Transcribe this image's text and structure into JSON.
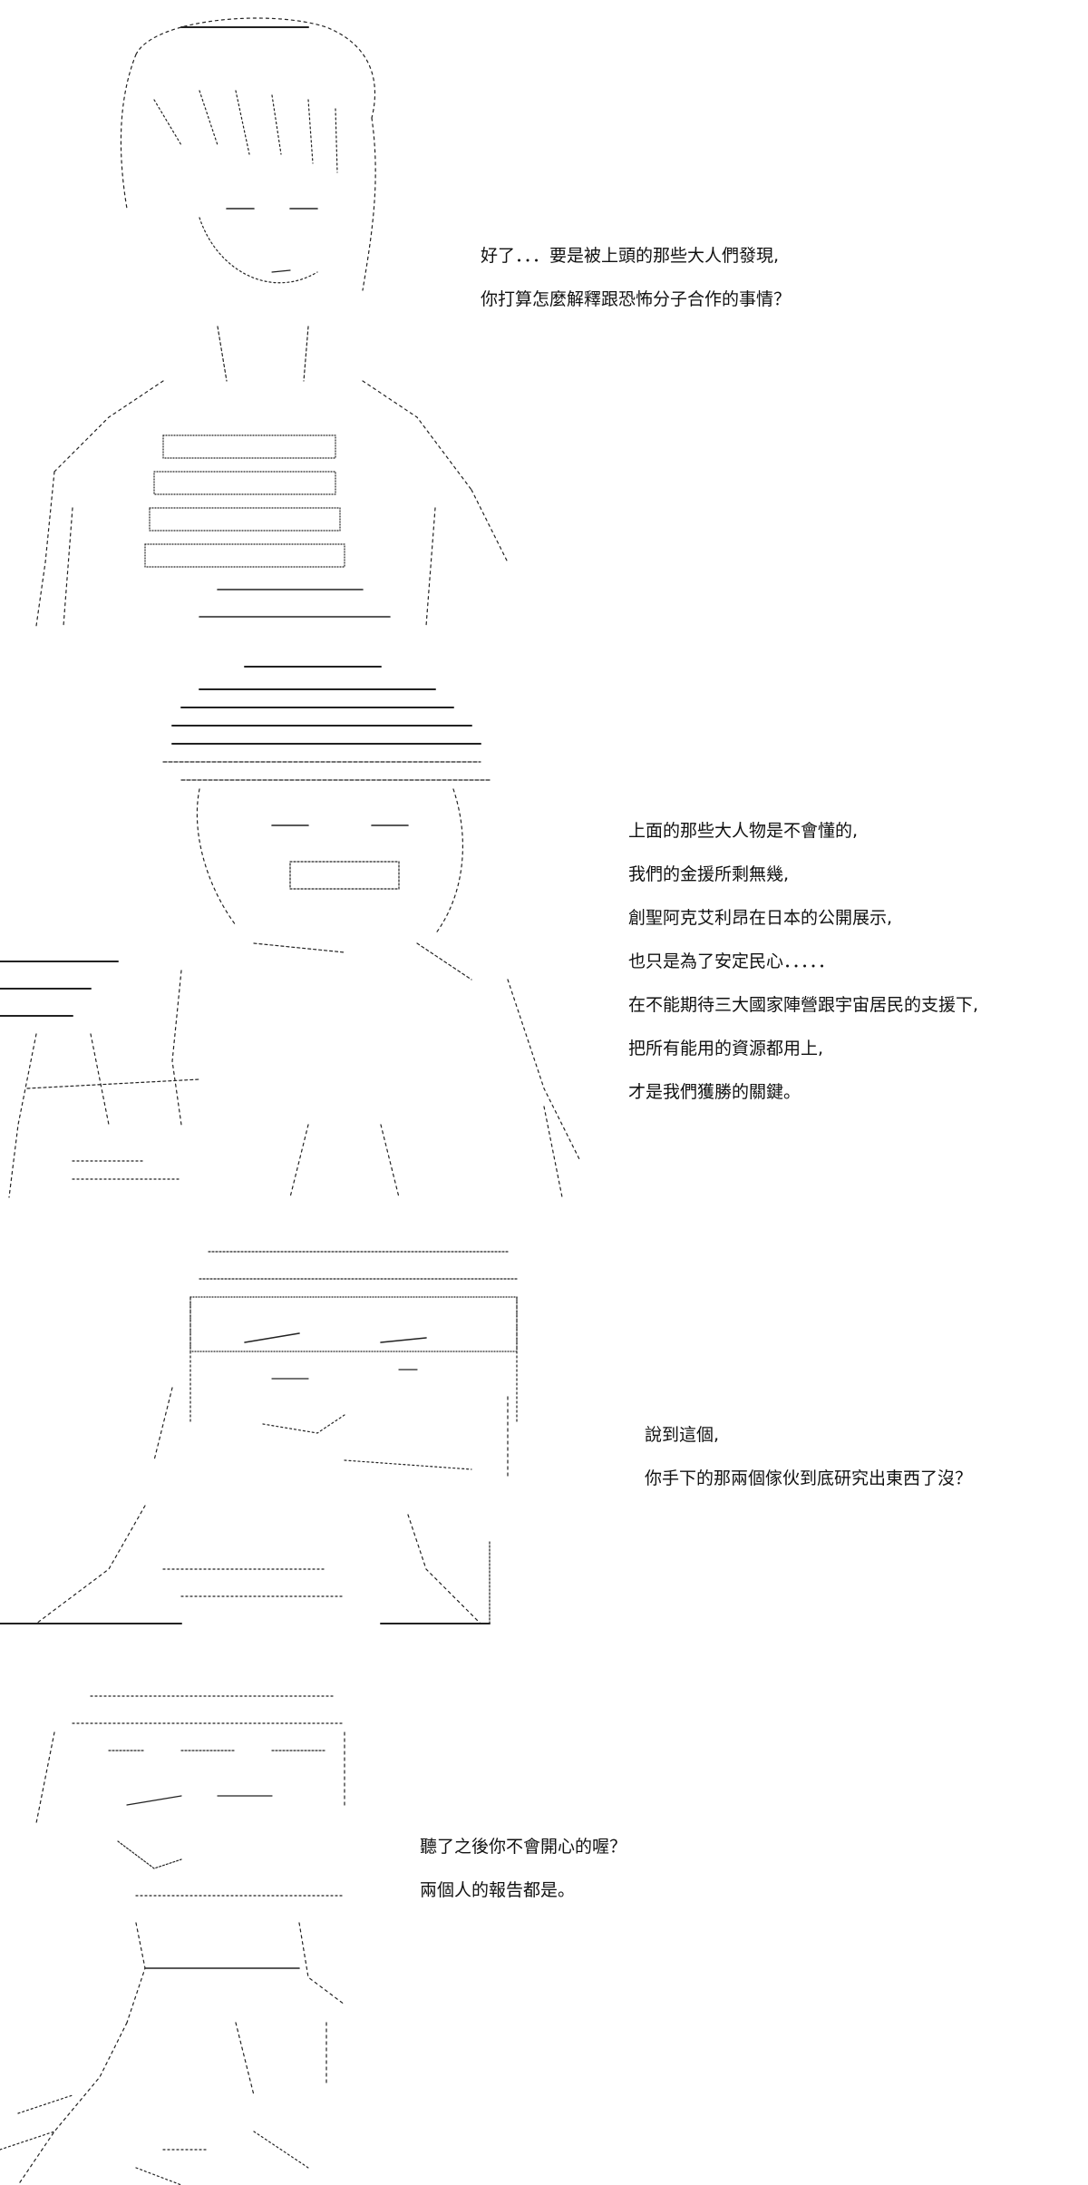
{
  "colors": {
    "background": "#ffffff",
    "ink": "#111111"
  },
  "panels": [
    {
      "lines": [
        "好了．．．要是被上頭的那些大人們發現,",
        "你打算怎麼解釋跟恐怖分子合作的事情？"
      ]
    },
    {
      "lines": [
        "上面的那些大人物是不會懂的,",
        "我們的金援所剩無幾,",
        "創聖阿克艾利昂在日本的公開展示,",
        "也只是為了安定民心．．．．．",
        "在不能期待三大國家陣營跟宇宙居民的支援下,",
        "把所有能用的資源都用上,",
        "才是我們獲勝的關鍵。"
      ]
    },
    {
      "lines": [
        "說到這個,",
        "你手下的那兩個傢伙到底研究出東西了沒？"
      ]
    },
    {
      "lines": [
        "聽了之後你不會開心的喔？",
        "兩個人的報告都是。"
      ]
    }
  ]
}
